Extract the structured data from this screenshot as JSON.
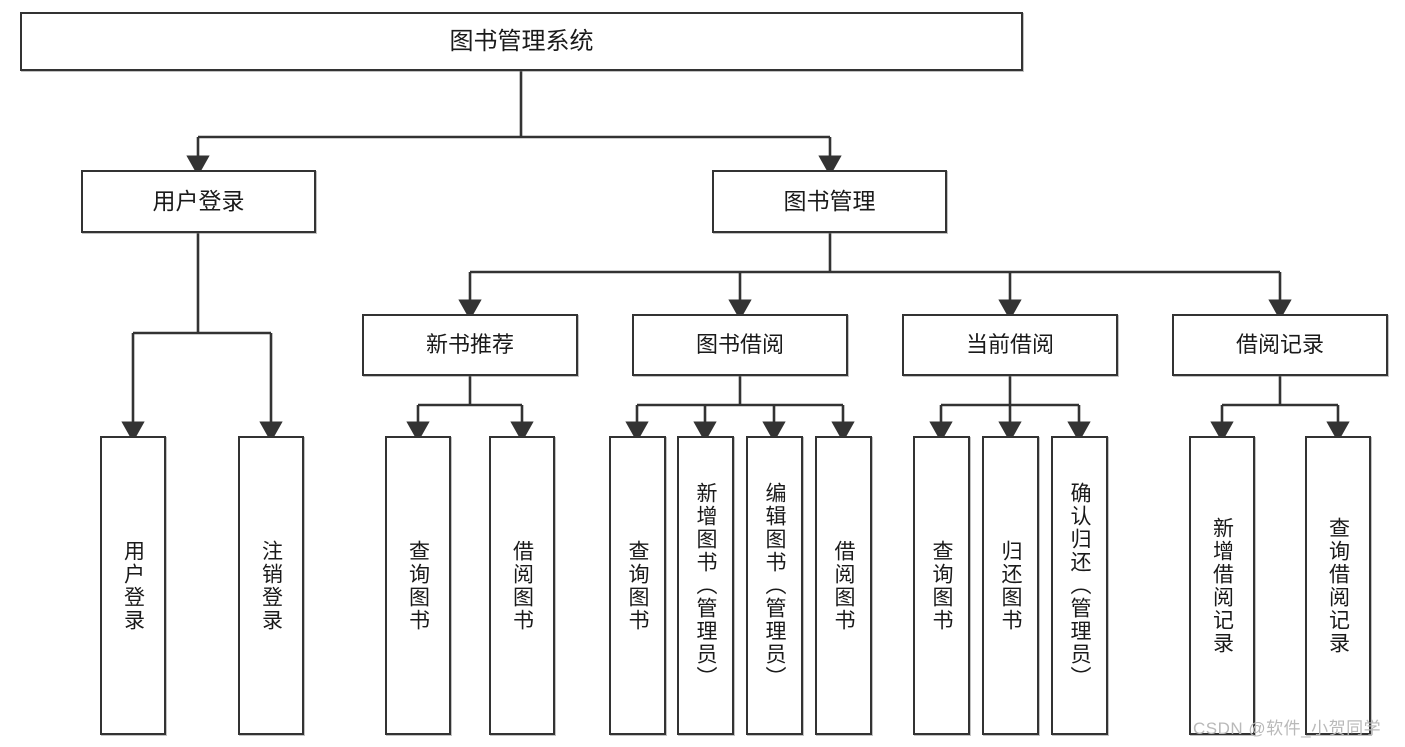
{
  "diagram": {
    "title_node": {
      "label": "图书管理系统"
    },
    "level1": [
      {
        "label": "用户登录"
      },
      {
        "label": "图书管理"
      }
    ],
    "level2": [
      {
        "label": "新书推荐"
      },
      {
        "label": "图书借阅"
      },
      {
        "label": "当前借阅"
      },
      {
        "label": "借阅记录"
      }
    ],
    "leaves": {
      "user_login": [
        {
          "label": "用户登录"
        },
        {
          "label": "注销登录"
        }
      ],
      "new_book_recommend": [
        {
          "label": "查询图书"
        },
        {
          "label": "借阅图书"
        }
      ],
      "book_borrow": [
        {
          "label": "查询图书"
        },
        {
          "label": "新增图书（管理员）"
        },
        {
          "label": "编辑图书（管理员）"
        },
        {
          "label": "借阅图书"
        }
      ],
      "current_borrow": [
        {
          "label": "查询图书"
        },
        {
          "label": "归还图书"
        },
        {
          "label": "确认归还（管理员）"
        }
      ],
      "borrow_record": [
        {
          "label": "新增借阅记录"
        },
        {
          "label": "查询借阅记录"
        }
      ]
    },
    "watermark": "CSDN @软件_小贺同学",
    "colors": {
      "box_border": "#333333",
      "text": "#1a1a1a",
      "edge": "#333333",
      "background": "#ffffff",
      "watermark": "#b9b9b9"
    }
  }
}
